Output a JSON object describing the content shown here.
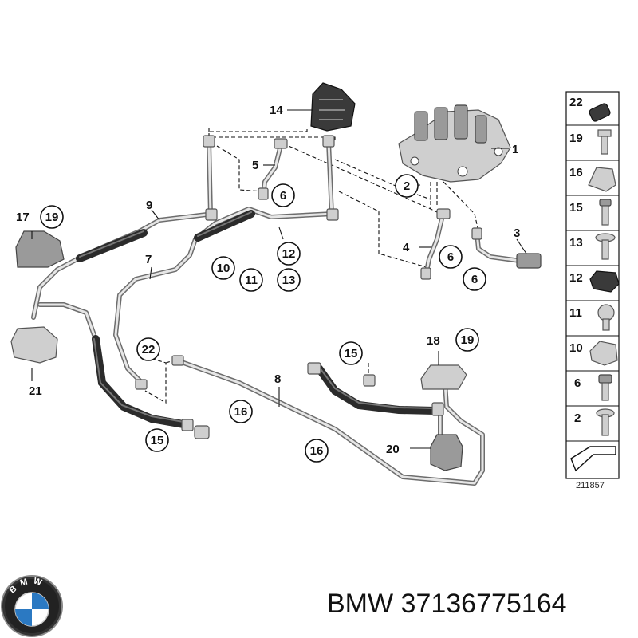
{
  "diagram": {
    "callouts": {
      "c1": "1",
      "c2": "2",
      "c3": "3",
      "c4": "4",
      "c5": "5",
      "c6a": "6",
      "c6b": "6",
      "c6c": "6",
      "c7": "7",
      "c8": "8",
      "c9": "9",
      "c10": "10",
      "c11": "11",
      "c12": "12",
      "c13": "13",
      "c14": "14",
      "c15a": "15",
      "c15b": "15",
      "c16a": "16",
      "c16b": "16",
      "c17": "17",
      "c18": "18",
      "c19a": "19",
      "c19b": "19",
      "c20": "20",
      "c21": "21",
      "c22": "22"
    },
    "legend": [
      "22",
      "19",
      "16",
      "15",
      "13",
      "12",
      "11",
      "10",
      "6",
      "2"
    ],
    "reference_number": "211857"
  },
  "footer": {
    "brand_logo_letters": "BMW",
    "part_title": "BMW 37136775164"
  }
}
